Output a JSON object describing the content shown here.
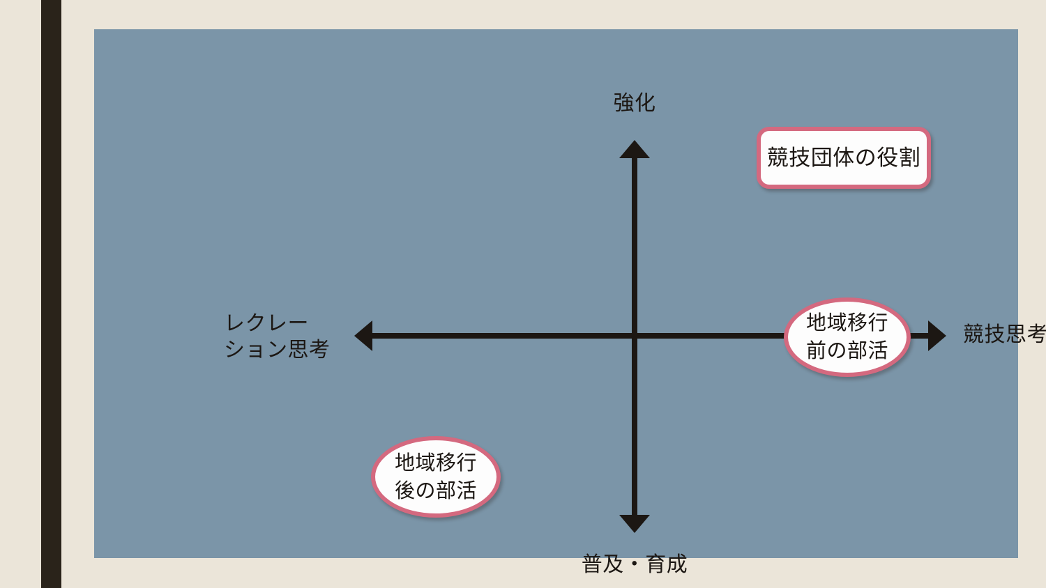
{
  "slide": {
    "background_color": "#ebe5d9",
    "accent_bar_color": "#2a231a",
    "panel_color": "#7b95a8",
    "node_border_color": "#d4697f",
    "node_fill_color": "#fdfdfd",
    "axis_color": "#1c1713"
  },
  "axes": {
    "vertical": {
      "top_label": "強化",
      "bottom_label": "普及・育成"
    },
    "horizontal": {
      "left_label": "レクレー\nション思考",
      "right_label": "競技思考"
    }
  },
  "nodes": {
    "callout": {
      "label": "競技団体の役割",
      "shape": "rounded-rectangle",
      "quadrant": "upper-right"
    },
    "ellipse_right": {
      "label": "地域移行\n前の部活",
      "shape": "ellipse",
      "quadrant": "right-axis"
    },
    "ellipse_left": {
      "label": "地域移行\n後の部活",
      "shape": "ellipse",
      "quadrant": "lower-left"
    }
  },
  "icons": {
    "arrow_up": "arrow-up-icon",
    "arrow_down": "arrow-down-icon",
    "arrow_left": "arrow-left-icon",
    "arrow_right": "arrow-right-icon"
  }
}
